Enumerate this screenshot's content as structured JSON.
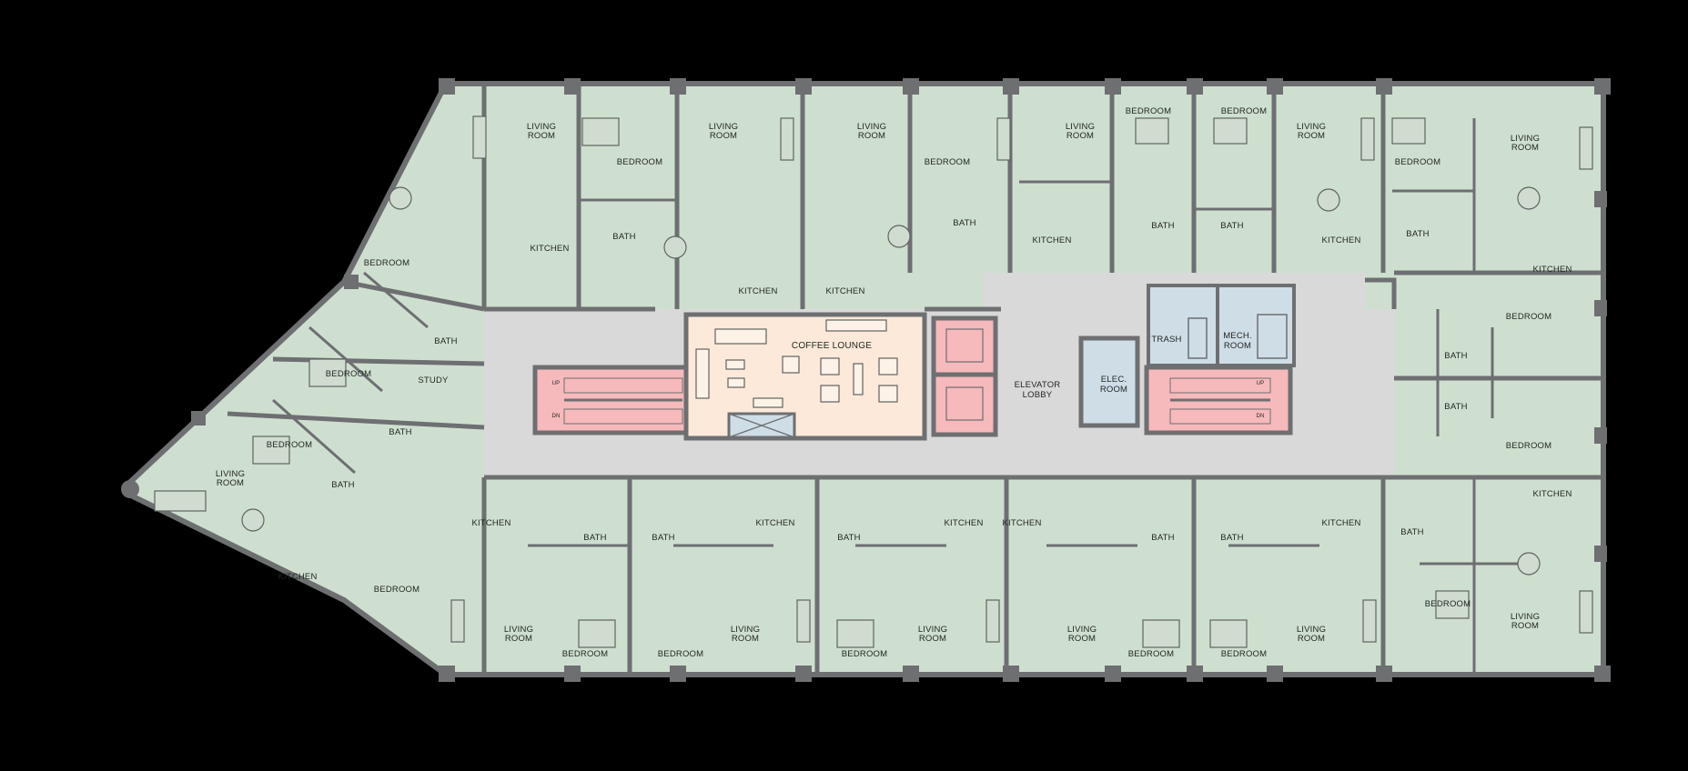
{
  "colors": {
    "background": "#000000",
    "unit_fill": "#cfdfcf",
    "corridor": "#d8d8d8",
    "lounge": "#fde9d9",
    "stair_elevator": "#f6b9bc",
    "service": "#cfdde6",
    "walls": "#6d6f71"
  },
  "core": {
    "coffee_lounge": "COFFEE LOUNGE",
    "elevator_lobby_1": "ELEVATOR",
    "elevator_lobby_2": "LOBBY",
    "elec_room_1": "ELEC.",
    "elec_room_2": "ROOM",
    "trash": "TRASH",
    "mech_room_1": "MECH.",
    "mech_room_2": "ROOM",
    "stair_up": "UP",
    "stair_dn": "DN"
  },
  "room_labels": {
    "top": [
      {
        "id": "t-living-1",
        "l1": "LIVING",
        "l2": "ROOM"
      },
      {
        "id": "t-bedroom-1",
        "l1": "BEDROOM"
      },
      {
        "id": "t-living-2",
        "l1": "LIVING",
        "l2": "ROOM"
      },
      {
        "id": "t-living-3",
        "l1": "LIVING",
        "l2": "ROOM"
      },
      {
        "id": "t-bedroom-2",
        "l1": "BEDROOM"
      },
      {
        "id": "t-living-4",
        "l1": "LIVING",
        "l2": "ROOM"
      },
      {
        "id": "t-bedroom-3",
        "l1": "BEDROOM"
      },
      {
        "id": "t-bedroom-4",
        "l1": "BEDROOM"
      },
      {
        "id": "t-living-5",
        "l1": "LIVING",
        "l2": "ROOM"
      },
      {
        "id": "t-bedroom-5",
        "l1": "BEDROOM"
      },
      {
        "id": "t-living-6",
        "l1": "LIVING",
        "l2": "ROOM"
      },
      {
        "id": "t-kitchen-1",
        "l1": "KITCHEN"
      },
      {
        "id": "t-bath-1",
        "l1": "BATH"
      },
      {
        "id": "t-kitchen-2",
        "l1": "KITCHEN"
      },
      {
        "id": "t-kitchen-3",
        "l1": "KITCHEN"
      },
      {
        "id": "t-bath-2",
        "l1": "BATH"
      },
      {
        "id": "t-kitchen-4",
        "l1": "KITCHEN"
      },
      {
        "id": "t-bath-3",
        "l1": "BATH"
      },
      {
        "id": "t-bath-4",
        "l1": "BATH"
      },
      {
        "id": "t-kitchen-5",
        "l1": "KITCHEN"
      },
      {
        "id": "t-bath-5",
        "l1": "BATH"
      },
      {
        "id": "t-kitchen-6",
        "l1": "KITCHEN"
      }
    ],
    "west": [
      {
        "id": "w-bedroom-1",
        "l1": "BEDROOM"
      },
      {
        "id": "w-bath-1",
        "l1": "BATH"
      },
      {
        "id": "w-bedroom-2",
        "l1": "BEDROOM"
      },
      {
        "id": "w-study",
        "l1": "STUDY"
      },
      {
        "id": "w-bath-2",
        "l1": "BATH"
      },
      {
        "id": "w-bedroom-3",
        "l1": "BEDROOM"
      },
      {
        "id": "w-bath-3",
        "l1": "BATH"
      },
      {
        "id": "w-living",
        "l1": "LIVING",
        "l2": "ROOM"
      },
      {
        "id": "w-kitchen",
        "l1": "KITCHEN"
      },
      {
        "id": "w-bedroom-4",
        "l1": "BEDROOM"
      }
    ],
    "east": [
      {
        "id": "e-bedroom-1",
        "l1": "BEDROOM"
      },
      {
        "id": "e-bath-1",
        "l1": "BATH"
      },
      {
        "id": "e-bath-2",
        "l1": "BATH"
      },
      {
        "id": "e-bedroom-2",
        "l1": "BEDROOM"
      },
      {
        "id": "e-kitchen-1",
        "l1": "KITCHEN"
      }
    ],
    "bottom": [
      {
        "id": "b-kitchen-1",
        "l1": "KITCHEN"
      },
      {
        "id": "b-bath-1",
        "l1": "BATH"
      },
      {
        "id": "b-bath-2",
        "l1": "BATH"
      },
      {
        "id": "b-kitchen-2",
        "l1": "KITCHEN"
      },
      {
        "id": "b-bath-3",
        "l1": "BATH"
      },
      {
        "id": "b-kitchen-3",
        "l1": "KITCHEN"
      },
      {
        "id": "b-kitchen-4",
        "l1": "KITCHEN"
      },
      {
        "id": "b-bath-4",
        "l1": "BATH"
      },
      {
        "id": "b-bath-5",
        "l1": "BATH"
      },
      {
        "id": "b-kitchen-5",
        "l1": "KITCHEN"
      },
      {
        "id": "b-bath-6",
        "l1": "BATH"
      },
      {
        "id": "b-living-1",
        "l1": "LIVING",
        "l2": "ROOM"
      },
      {
        "id": "b-bedroom-1",
        "l1": "BEDROOM"
      },
      {
        "id": "b-bedroom-2",
        "l1": "BEDROOM"
      },
      {
        "id": "b-living-2",
        "l1": "LIVING",
        "l2": "ROOM"
      },
      {
        "id": "b-bedroom-3",
        "l1": "BEDROOM"
      },
      {
        "id": "b-living-3",
        "l1": "LIVING",
        "l2": "ROOM"
      },
      {
        "id": "b-living-4",
        "l1": "LIVING",
        "l2": "ROOM"
      },
      {
        "id": "b-bedroom-4",
        "l1": "BEDROOM"
      },
      {
        "id": "b-bedroom-5",
        "l1": "BEDROOM"
      },
      {
        "id": "b-living-5",
        "l1": "LIVING",
        "l2": "ROOM"
      },
      {
        "id": "b-bedroom-6",
        "l1": "BEDROOM"
      },
      {
        "id": "b-living-6",
        "l1": "LIVING",
        "l2": "ROOM"
      }
    ]
  }
}
